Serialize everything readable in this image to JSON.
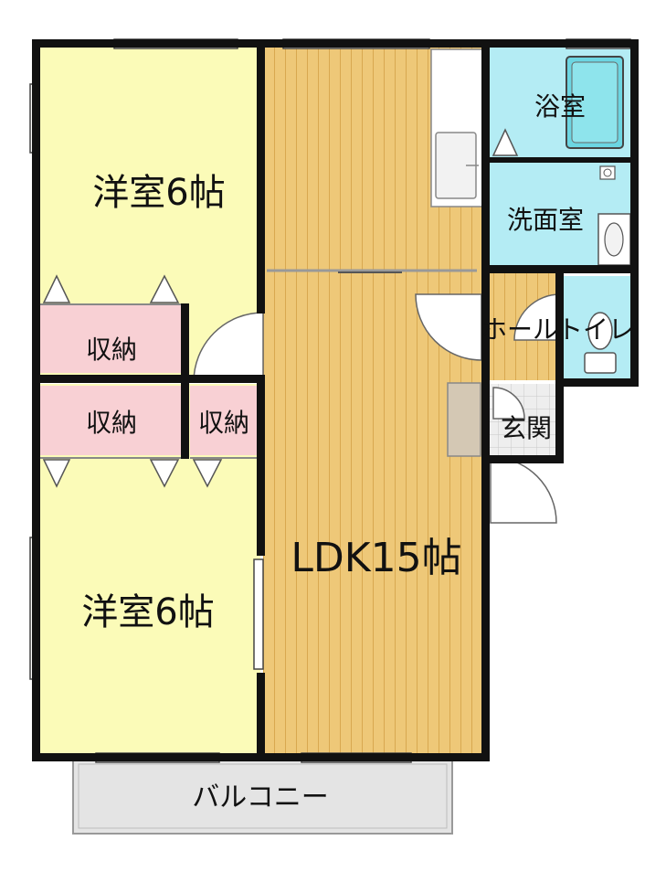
{
  "rooms": {
    "western_room_top": "洋室6帖",
    "western_room_bottom": "洋室6帖",
    "ldk": "LDK15帖",
    "bathroom": "浴室",
    "washroom": "洗面室",
    "hall": "ホール",
    "toilet": "トイレ",
    "entrance": "玄関",
    "storage_1": "収納",
    "storage_2": "収納",
    "storage_3": "収納",
    "balcony": "バルコニー"
  },
  "colors": {
    "western_room": "#fbfbb8",
    "ldk_floor": "#eec878",
    "ldk_grain": "#d8a850",
    "wet_area": "#b4ecf4",
    "storage": "#f8d0d4",
    "balcony": "#e4e4e4",
    "entrance_tile": "#eeeeee",
    "wall": "#111111"
  }
}
